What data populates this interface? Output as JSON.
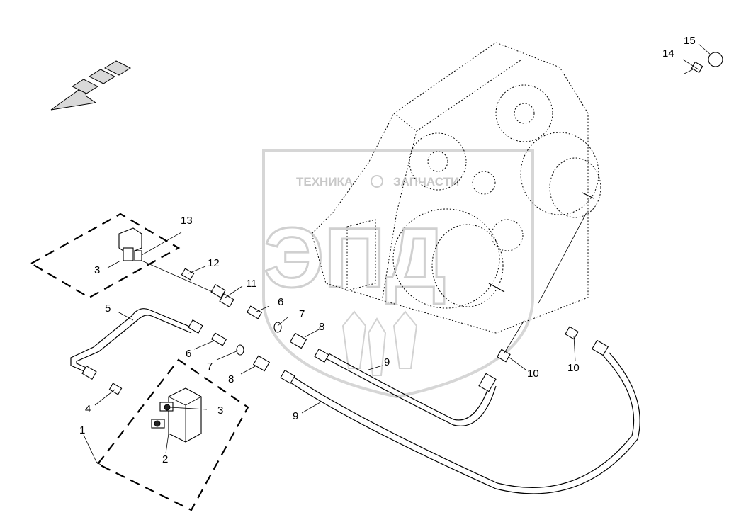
{
  "watermark": {
    "left_word": "ТЕХНИКА",
    "right_word": "ЗАПЧАСТИ",
    "logo_letters": "ЭПД"
  },
  "callouts": [
    {
      "id": "c1",
      "text": "1"
    },
    {
      "id": "c2",
      "text": "2"
    },
    {
      "id": "c3a",
      "text": "3"
    },
    {
      "id": "c3b",
      "text": "3"
    },
    {
      "id": "c4",
      "text": "4"
    },
    {
      "id": "c5",
      "text": "5"
    },
    {
      "id": "c6a",
      "text": "6"
    },
    {
      "id": "c6b",
      "text": "6"
    },
    {
      "id": "c7a",
      "text": "7"
    },
    {
      "id": "c7b",
      "text": "7"
    },
    {
      "id": "c8a",
      "text": "8"
    },
    {
      "id": "c8b",
      "text": "8"
    },
    {
      "id": "c9a",
      "text": "9"
    },
    {
      "id": "c9b",
      "text": "9"
    },
    {
      "id": "c10a",
      "text": "10"
    },
    {
      "id": "c10b",
      "text": "10"
    },
    {
      "id": "c11",
      "text": "11"
    },
    {
      "id": "c12",
      "text": "12"
    },
    {
      "id": "c13",
      "text": "13"
    },
    {
      "id": "c14",
      "text": "14"
    },
    {
      "id": "c15",
      "text": "15"
    }
  ],
  "icons": {
    "direction_arrow": "direction-arrow-icon"
  }
}
